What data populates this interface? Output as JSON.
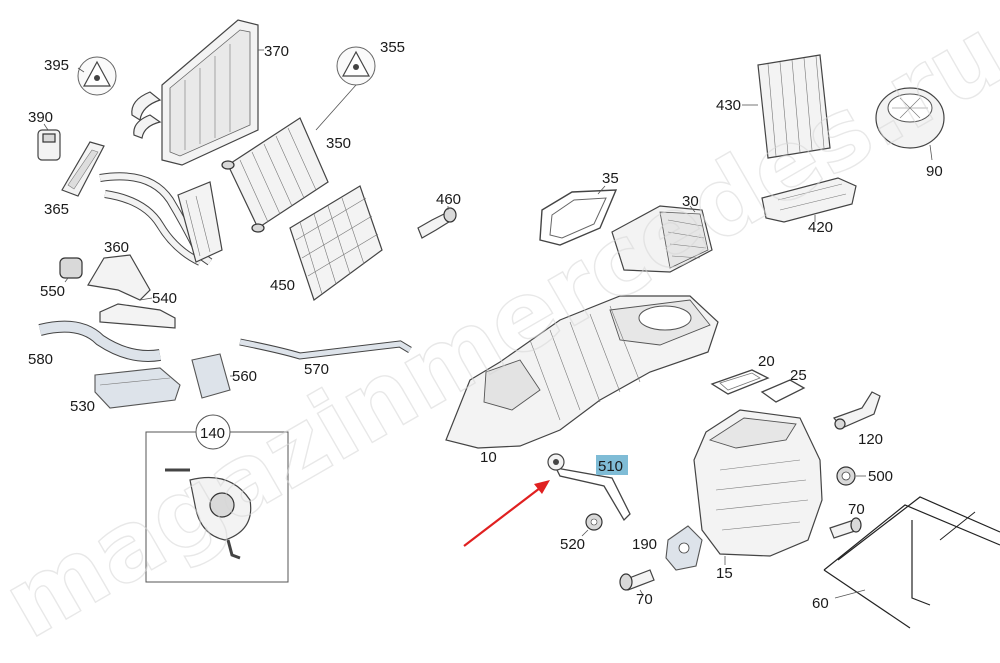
{
  "diagram": {
    "watermark": "magazinmercedes.ru",
    "highlight_color": "#7fbcd6",
    "arrow_color": "#e02020",
    "highlighted_part": "510",
    "labels": {
      "p395": "395",
      "p390": "390",
      "p370": "370",
      "p355": "355",
      "p350": "350",
      "p365": "365",
      "p360": "360",
      "p550": "550",
      "p540": "540",
      "p450": "450",
      "p460": "460",
      "p580": "580",
      "p560": "560",
      "p570": "570",
      "p530": "530",
      "p140": "140",
      "p430": "430",
      "p90": "90",
      "p35": "35",
      "p30": "30",
      "p420": "420",
      "p20": "20",
      "p25": "25",
      "p120": "120",
      "p10": "10",
      "p510": "510",
      "p500": "500",
      "p70a": "70",
      "p520": "520",
      "p190": "190",
      "p15": "15",
      "p70b": "70",
      "p60": "60"
    }
  }
}
